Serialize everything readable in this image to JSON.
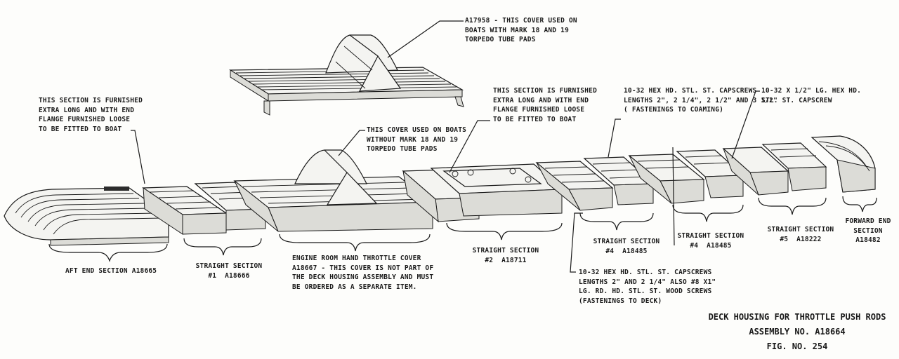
{
  "callouts": {
    "cover_a17958": "A17958 - THIS COVER USED ON\nBOATS WITH MARK 18 AND 19\nTORPEDO TUBE PADS",
    "aft_long_section": "THIS SECTION IS FURNISHED\nEXTRA LONG AND WITH END\nFLANGE FURNISHED LOOSE\nTO BE FITTED TO BOAT",
    "cover_without_pads": "THIS COVER USED ON BOATS\nWITHOUT MARK 18 AND 19\nTORPEDO TUBE PADS",
    "mid_long_section": "THIS SECTION IS FURNISHED\nEXTRA LONG AND WITH END\nFLANGE FURNISHED LOOSE\nTO BE FITTED TO BOAT",
    "coaming_fasteners": "10-32 HEX HD. STL. ST. CAPSCREWS\nLENGTHS 2\", 2 1/4\", 2 1/2\" AND 3 1/2\"\n( FASTENINGS TO COAMING)",
    "hex_capscrew": "10-32 X 1/2\" LG. HEX HD.\nSTL. ST. CAPSCREW",
    "deck_fasteners": "10-32 HEX HD. STL. ST. CAPSCREWS\nLENGTHS 2\" AND 2 1/4\" ALSO #8 X1\"\nLG. RD. HD. STL. ST. WOOD SCREWS\n(FASTENINGS TO DECK)"
  },
  "sections": {
    "aft_end": "AFT END SECTION A18665",
    "straight_1": "STRAIGHT SECTION\n#1  A18666",
    "engine_room_cover": "ENGINE ROOM HAND THROTTLE COVER\nA18667 - THIS COVER IS NOT PART OF\nTHE DECK HOUSING ASSEMBLY AND MUST\nBE ORDERED AS A SEPARATE ITEM.",
    "straight_2": "STRAIGHT SECTION\n#2  A18711",
    "straight_4a": "STRAIGHT SECTION\n#4  A18485",
    "straight_4b": "STRAIGHT SECTION\n#4  A18485",
    "straight_5": "STRAIGHT SECTION\n#5  A18222",
    "forward_end": "FORWARD END\nSECTION\nA18482"
  },
  "title": {
    "line1": "DECK HOUSING FOR THROTTLE PUSH RODS",
    "line2": "ASSEMBLY NO. A18664",
    "line3": "FIG. NO. 254"
  }
}
